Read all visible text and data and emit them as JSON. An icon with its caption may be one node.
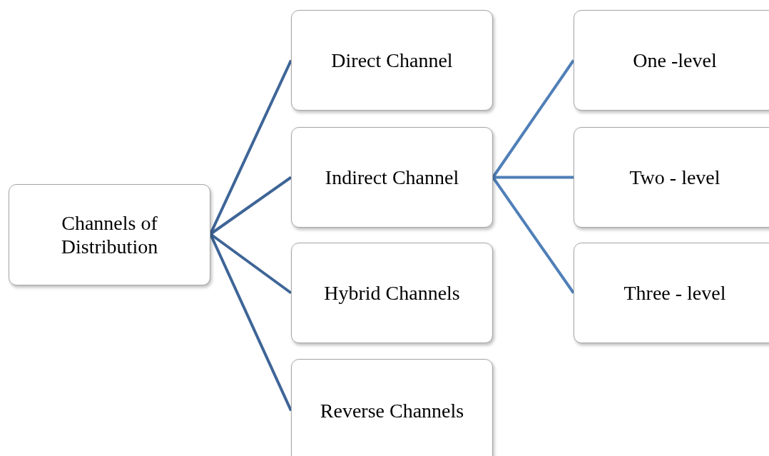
{
  "diagram": {
    "nodes": [
      {
        "text": [
          "Channels of Distribution"
        ]
      },
      {
        "text": [
          "Direct Channel"
        ]
      },
      {
        "text": [
          "Indirect Channel"
        ]
      },
      {
        "text": [
          "Hybrid Channels"
        ]
      },
      {
        "text": [
          "Reverse Channels"
        ]
      },
      {
        "text": [
          "One -level"
        ]
      },
      {
        "text": [
          "Two - level"
        ]
      },
      {
        "text": [
          "Three - level"
        ]
      }
    ],
    "edges": [
      {
        "from": 0,
        "to": 1,
        "arrow": "none"
      },
      {
        "from": 0,
        "to": 2,
        "arrow": "none"
      },
      {
        "from": 0,
        "to": 3,
        "arrow": "none"
      },
      {
        "from": 0,
        "to": 4,
        "arrow": "none"
      },
      {
        "from": 2,
        "to": 5,
        "arrow": "none",
        "color": "#4f7fb8"
      },
      {
        "from": 2,
        "to": 6,
        "arrow": "none",
        "color": "#4f7fb8"
      },
      {
        "from": 2,
        "to": 7,
        "arrow": "none",
        "color": "#4f7fb8"
      }
    ]
  }
}
